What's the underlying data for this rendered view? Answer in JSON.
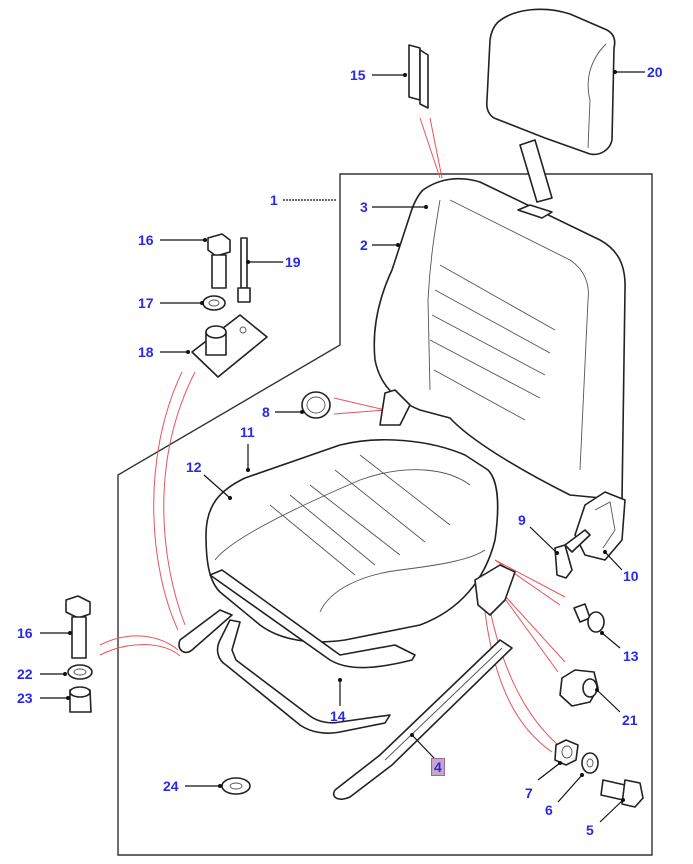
{
  "diagram": {
    "title": "Front seat assembly exploded view",
    "label_color": "#2a2ae6",
    "highlight_color": "#c9a6c9",
    "connector_color": "#e8545a",
    "highlighted_callout": "4",
    "callouts": [
      {
        "id": "1",
        "label": "1"
      },
      {
        "id": "2",
        "label": "2"
      },
      {
        "id": "3",
        "label": "3"
      },
      {
        "id": "4",
        "label": "4"
      },
      {
        "id": "5",
        "label": "5"
      },
      {
        "id": "6",
        "label": "6"
      },
      {
        "id": "7",
        "label": "7"
      },
      {
        "id": "8",
        "label": "8"
      },
      {
        "id": "9",
        "label": "9"
      },
      {
        "id": "10",
        "label": "10"
      },
      {
        "id": "11",
        "label": "11"
      },
      {
        "id": "12",
        "label": "12"
      },
      {
        "id": "13",
        "label": "13"
      },
      {
        "id": "14",
        "label": "14"
      },
      {
        "id": "15",
        "label": "15"
      },
      {
        "id": "16a",
        "label": "16"
      },
      {
        "id": "16b",
        "label": "16"
      },
      {
        "id": "17",
        "label": "17"
      },
      {
        "id": "18",
        "label": "18"
      },
      {
        "id": "19",
        "label": "19"
      },
      {
        "id": "20",
        "label": "20"
      },
      {
        "id": "21",
        "label": "21"
      },
      {
        "id": "22",
        "label": "22"
      },
      {
        "id": "23",
        "label": "23"
      },
      {
        "id": "24",
        "label": "24"
      }
    ],
    "parts": [
      {
        "name": "seat-frame-boundary"
      },
      {
        "name": "seat-back"
      },
      {
        "name": "seat-back-cover"
      },
      {
        "name": "seat-runner"
      },
      {
        "name": "bolt"
      },
      {
        "name": "washer"
      },
      {
        "name": "nut"
      },
      {
        "name": "clip-ring"
      },
      {
        "name": "recline-lever"
      },
      {
        "name": "hinge-cover"
      },
      {
        "name": "seat-cushion"
      },
      {
        "name": "seat-cushion-cover"
      },
      {
        "name": "push-clip"
      },
      {
        "name": "cushion-frame"
      },
      {
        "name": "headrest-guide"
      },
      {
        "name": "mounting-bolt"
      },
      {
        "name": "mounting-washer"
      },
      {
        "name": "mounting-plate"
      },
      {
        "name": "stud"
      },
      {
        "name": "headrest"
      },
      {
        "name": "pivot-bush"
      },
      {
        "name": "spring-washer"
      },
      {
        "name": "spacer"
      },
      {
        "name": "plain-washer"
      }
    ]
  }
}
